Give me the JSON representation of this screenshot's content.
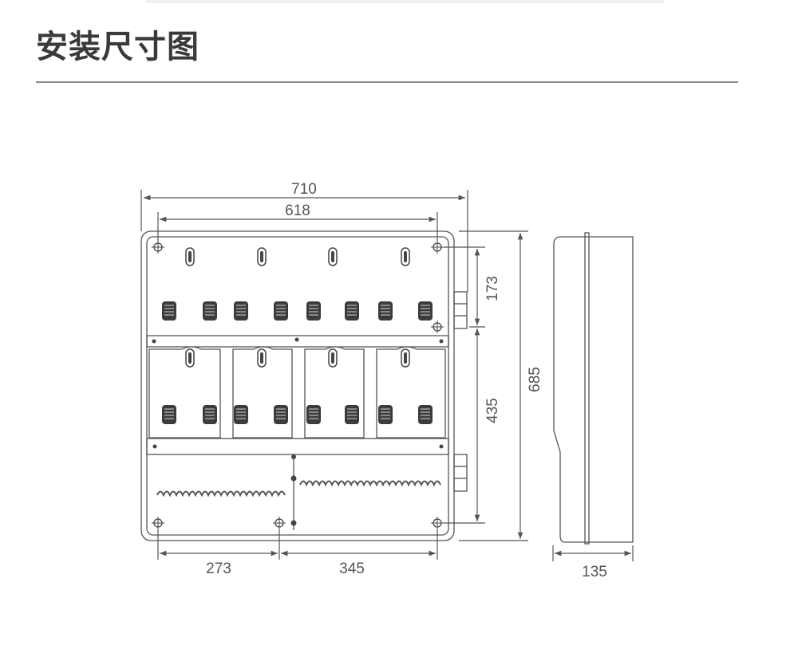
{
  "title": "安装尺寸图",
  "dimensions": {
    "overall_width": "710",
    "hole_spacing_width": "618",
    "top_section_height": "173",
    "middle_section_height": "435",
    "overall_height": "685",
    "bottom_left_span": "273",
    "bottom_right_span": "345",
    "depth": "135"
  },
  "colors": {
    "line": "#555555",
    "dark": "#3c3c3c",
    "title": "#3a3a3a"
  }
}
